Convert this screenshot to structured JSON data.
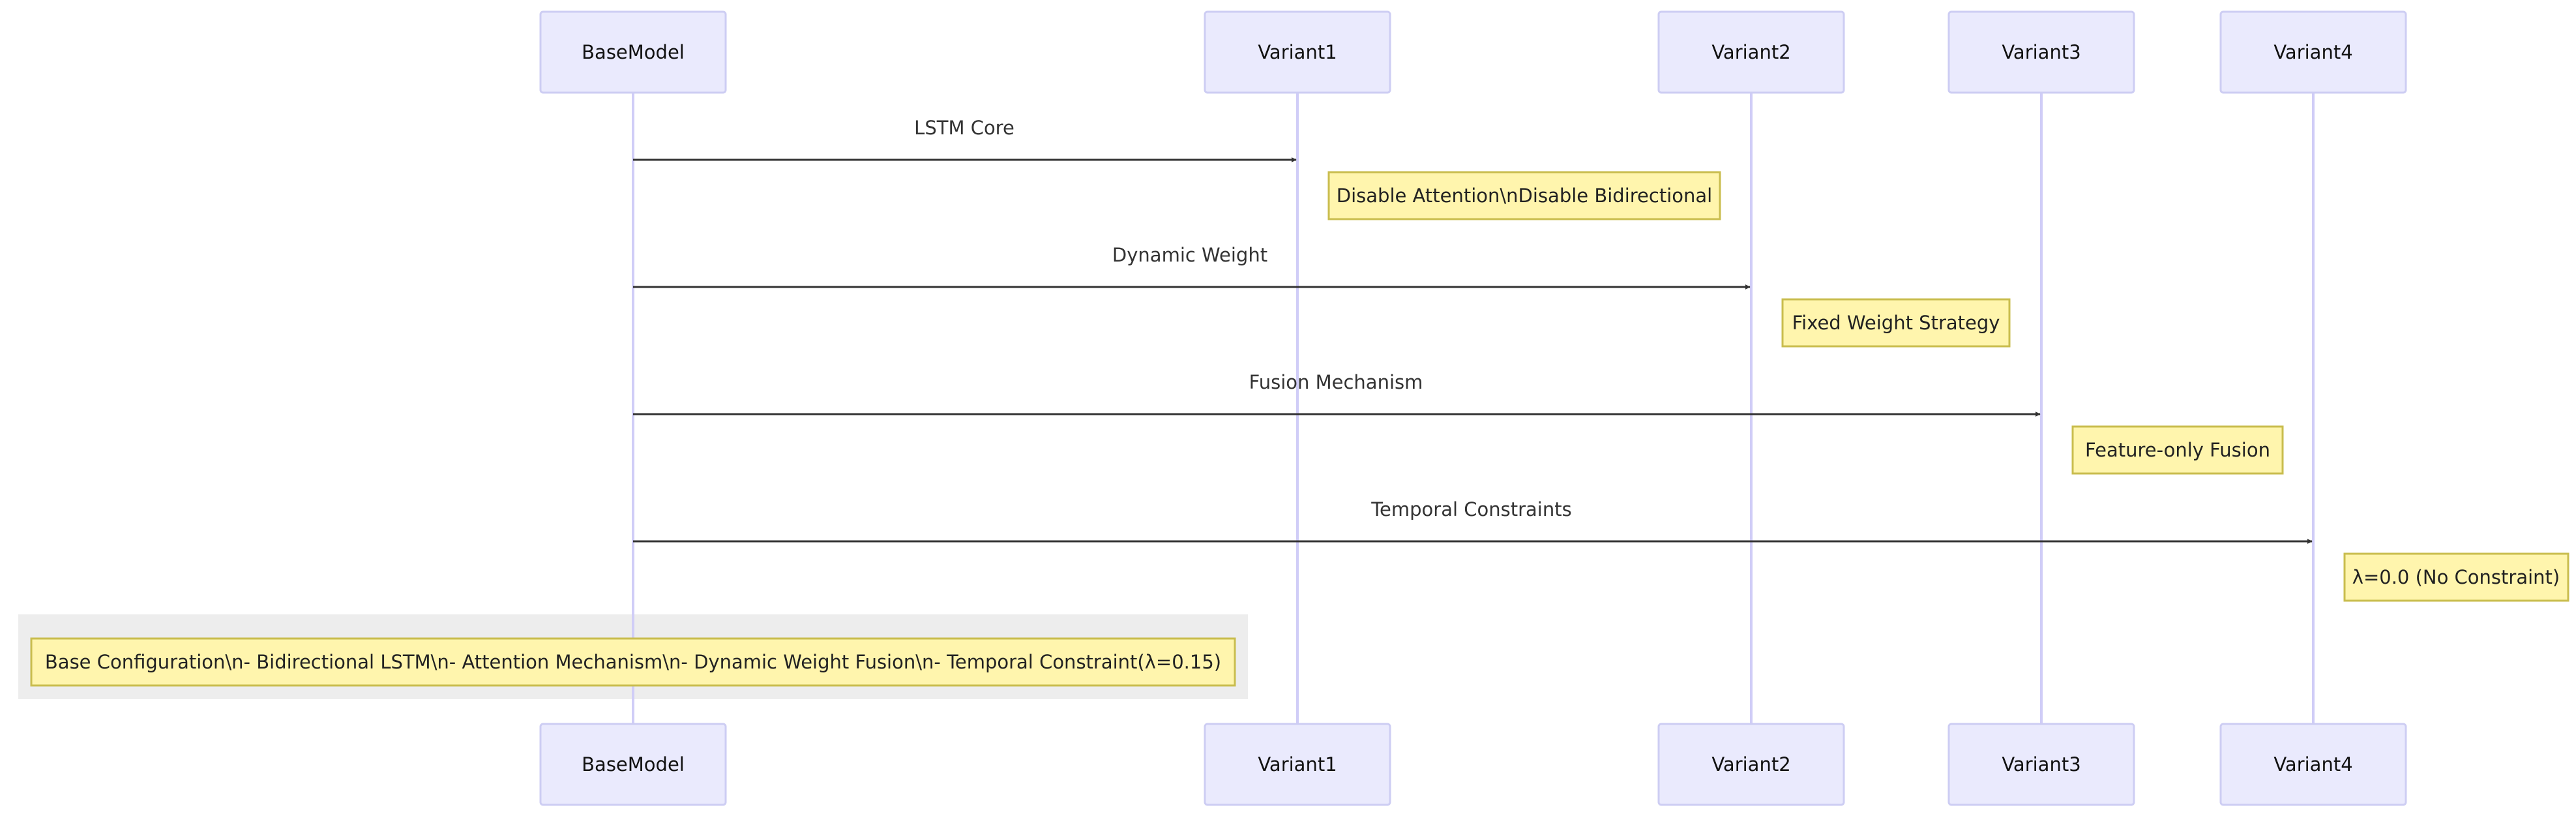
{
  "participants": [
    {
      "id": "base",
      "label": "BaseModel"
    },
    {
      "id": "v1",
      "label": "Variant1"
    },
    {
      "id": "v2",
      "label": "Variant2"
    },
    {
      "id": "v3",
      "label": "Variant3"
    },
    {
      "id": "v4",
      "label": "Variant4"
    }
  ],
  "messages": [
    {
      "from": "BaseModel",
      "to": "Variant1",
      "label": "LSTM Core"
    },
    {
      "from": "BaseModel",
      "to": "Variant2",
      "label": "Dynamic Weight"
    },
    {
      "from": "BaseModel",
      "to": "Variant3",
      "label": "Fusion Mechanism"
    },
    {
      "from": "BaseModel",
      "to": "Variant4",
      "label": "Temporal Constraints"
    }
  ],
  "notes": [
    {
      "attached_to": "Variant1",
      "text": "Disable Attention\\nDisable Bidirectional"
    },
    {
      "attached_to": "Variant2",
      "text": "Fixed Weight Strategy"
    },
    {
      "attached_to": "Variant3",
      "text": "Feature-only Fusion"
    },
    {
      "attached_to": "Variant4",
      "text": "λ=0.0 (No Constraint)"
    },
    {
      "attached_to": "BaseModel",
      "text": "Base Configuration\\n- Bidirectional LSTM\\n- Attention Mechanism\\n- Dynamic Weight Fusion\\n- Temporal Constraint(λ=0.15)"
    }
  ],
  "colors": {
    "actor_fill": "#eaeafd",
    "actor_border": "#cdcdf3",
    "lifeline": "#d0cdf7",
    "note_fill": "#fff5ad",
    "note_border": "#c9bd4e",
    "group_fill": "#ededed",
    "arrow": "#333333"
  }
}
